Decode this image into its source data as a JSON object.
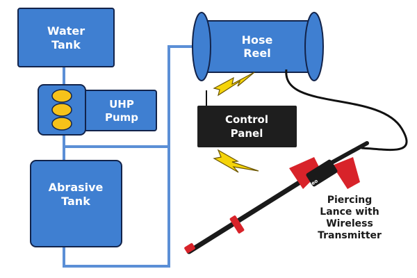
{
  "labels": {
    "water_tank": [
      "Water",
      "Tank"
    ],
    "uhp_pump": [
      "UHP",
      "Pump"
    ],
    "abrasive_tank": [
      "Abrasive",
      "Tank"
    ],
    "hose_reel": [
      "Hose",
      "Reel"
    ],
    "control_panel": [
      "Control",
      "Panel"
    ],
    "lance": [
      "Piercing",
      "Lance with",
      "Wireless",
      "Transmitter"
    ],
    "lance_brand": "Leo"
  },
  "colors": {
    "box_fill": "#3f7fd1",
    "box_stroke": "#12234a",
    "pipe": "#5b8fd6",
    "control_fill": "#1e1e1e",
    "lightning": "#f5d40a",
    "lightning_stroke": "#6b5500",
    "pump_light": "#f6c21a",
    "lance_red": "#d8232a",
    "lance_black": "#1a1a1a",
    "hose": "#111111",
    "label_white": "#ffffff",
    "label_dark": "#1a1a1a"
  },
  "icons": [
    "lightning-bolt-icon",
    "pump-indicator-light-icon"
  ]
}
